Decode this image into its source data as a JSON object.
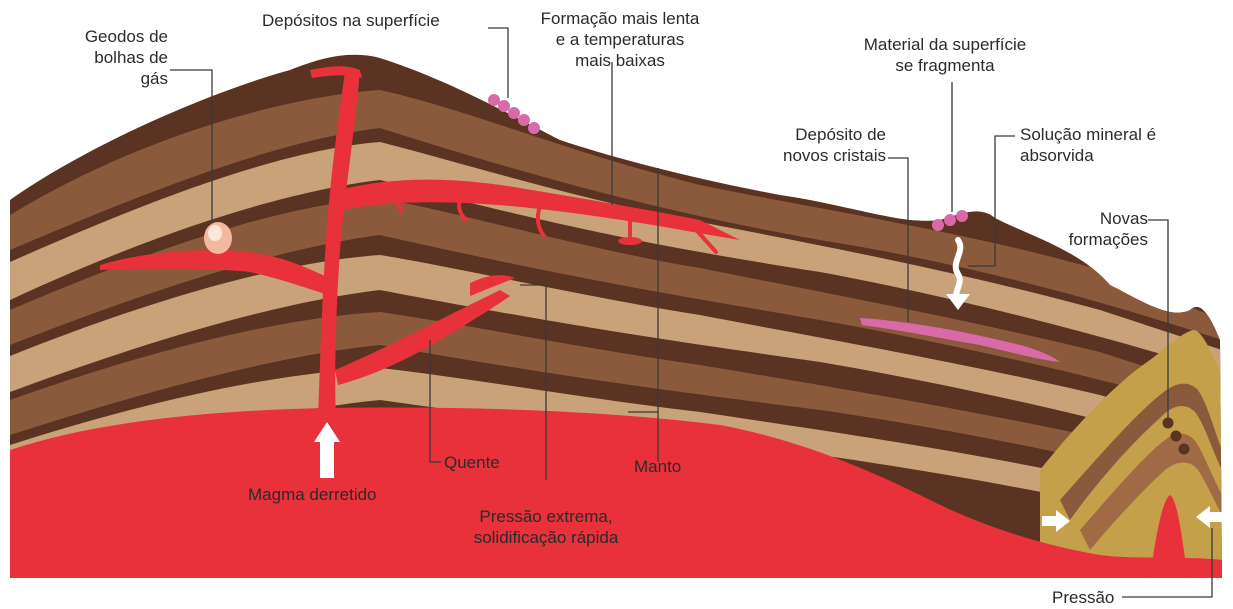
{
  "labels": {
    "geodos": [
      "Geodos de",
      "bolhas de",
      "gás"
    ],
    "depositos_superficie": [
      "Depósitos na superfície"
    ],
    "formacao_lenta": [
      "Formação mais lenta",
      "e a temperaturas",
      "mais baixas"
    ],
    "material_superficie": [
      "Material da superfície",
      "se fragmenta"
    ],
    "deposito_cristais": [
      "Depósito de",
      "novos cristais"
    ],
    "solucao_mineral": [
      "Solução mineral é",
      "absorvida"
    ],
    "novas_formacoes": [
      "Novas",
      "formações"
    ],
    "quente": [
      "Quente"
    ],
    "manto": [
      "Manto"
    ],
    "magma": [
      "Magma derretido"
    ],
    "pressao_extrema": [
      "Pressão extrema,",
      "solidificação rápida"
    ],
    "pressao": [
      "Pressão"
    ]
  },
  "colors": {
    "magma": "#e8313a",
    "dark_layer": "#5a3322",
    "mid_layer": "#8b5a3c",
    "light_layer": "#c9a27a",
    "crystal_pink": "#d96aa8",
    "gold_layer": "#c4a04a"
  }
}
